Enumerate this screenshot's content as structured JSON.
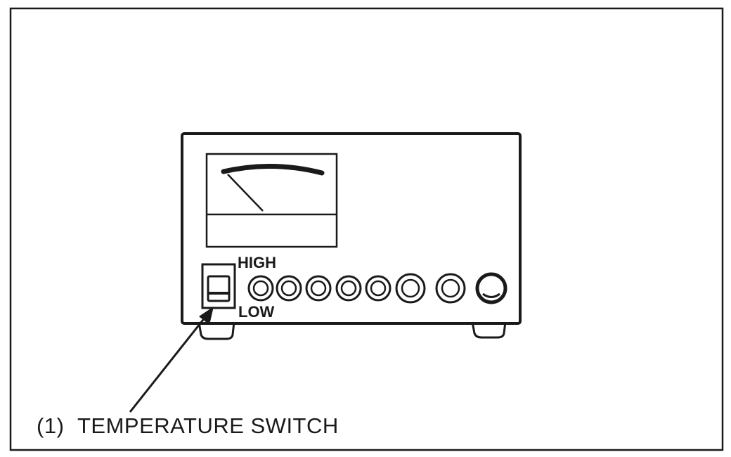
{
  "diagram": {
    "callout": {
      "number": "(1)",
      "text": "TEMPERATURE SWITCH"
    },
    "switch": {
      "high_label": "HIGH",
      "low_label": "LOW"
    },
    "terminals": {
      "count": 8
    }
  }
}
